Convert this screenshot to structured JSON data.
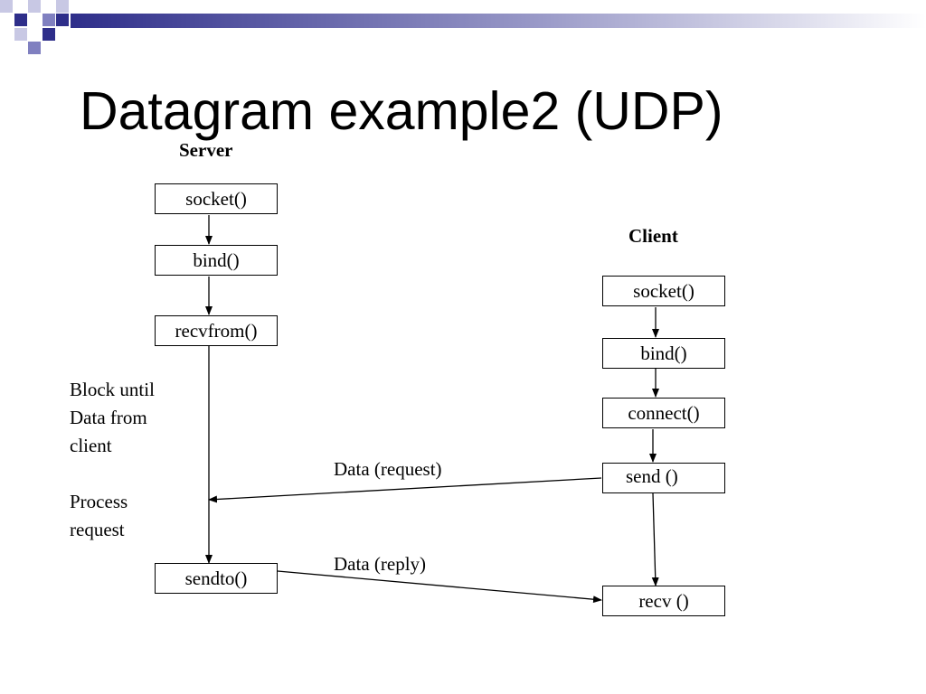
{
  "title": "Datagram example2 (UDP)",
  "server": {
    "label": "Server",
    "steps": [
      "socket()",
      "bind()",
      "recvfrom()",
      "sendto()"
    ]
  },
  "client": {
    "label": "Client",
    "steps": [
      "socket()",
      "bind()",
      "connect()",
      "send ()",
      "recv ()"
    ]
  },
  "notes": {
    "block": "Block until\nData from\nclient",
    "process": "Process\nrequest"
  },
  "messages": {
    "request": "Data (request)",
    "reply": "Data (reply)"
  },
  "colors": {
    "accent_dark": "#2e2e8a",
    "accent_mid": "#8080c0",
    "accent_light": "#c8c8e4",
    "line": "#000000"
  }
}
